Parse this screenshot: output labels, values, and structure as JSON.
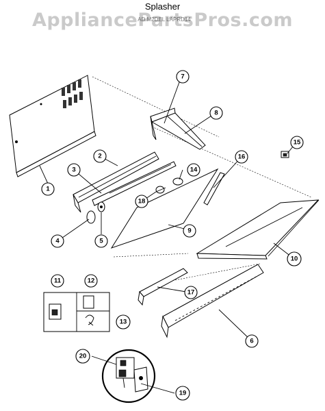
{
  "header": {
    "title": "Splasher",
    "watermark": "AppliancePartsPros.com",
    "subline": "AD M2DEL LAPRD14"
  },
  "callouts": [
    {
      "label": "1"
    },
    {
      "label": "2"
    },
    {
      "label": "3"
    },
    {
      "label": "4"
    },
    {
      "label": "5"
    },
    {
      "label": "6"
    },
    {
      "label": "7"
    },
    {
      "label": "8"
    },
    {
      "label": "9"
    },
    {
      "label": "10"
    },
    {
      "label": "11"
    },
    {
      "label": "12"
    },
    {
      "label": "13"
    },
    {
      "label": "14"
    },
    {
      "label": "15"
    },
    {
      "label": "16"
    },
    {
      "label": "17"
    },
    {
      "label": "18"
    },
    {
      "label": "19"
    },
    {
      "label": "20"
    }
  ]
}
